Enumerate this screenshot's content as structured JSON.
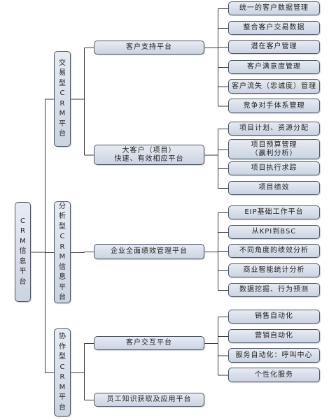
{
  "root": {
    "label": "CRM信息平台"
  },
  "platforms": [
    {
      "label": "交易型CRM平台",
      "subs": [
        {
          "label": "客户支持平台",
          "leaves": [
            "统一的客户数据管理",
            "整合客户交易数据",
            "潜在客户管理",
            "客户满意度管理",
            "客户流失（忠诚度）管理",
            "竞争对手体系管理"
          ]
        },
        {
          "label": "大客户（项目）\n快速、有效相应平台",
          "leaves": [
            "项目计划、资源分配",
            "项目预算管理\n（赢利分析）",
            "项目执行求踪",
            "项目绩效"
          ]
        }
      ]
    },
    {
      "label": "分析型CRM信息平台",
      "subs": [
        {
          "label": "企业全面绩效管理平台",
          "leaves": [
            "EIP基础工作平台",
            "从KPI到BSC",
            "不同角度的绩效分析",
            "商业智能统计分析",
            "数据挖掘、行为预测"
          ]
        }
      ]
    },
    {
      "label": "协作型CRM平台",
      "subs": [
        {
          "label": "客户交互平台",
          "leaves": [
            "销售自动化",
            "营销自动化",
            "服务自动化：呼叫中心",
            "个性化服务"
          ]
        },
        {
          "label": "员工知识获取及应用平台",
          "leaves": []
        }
      ]
    }
  ]
}
